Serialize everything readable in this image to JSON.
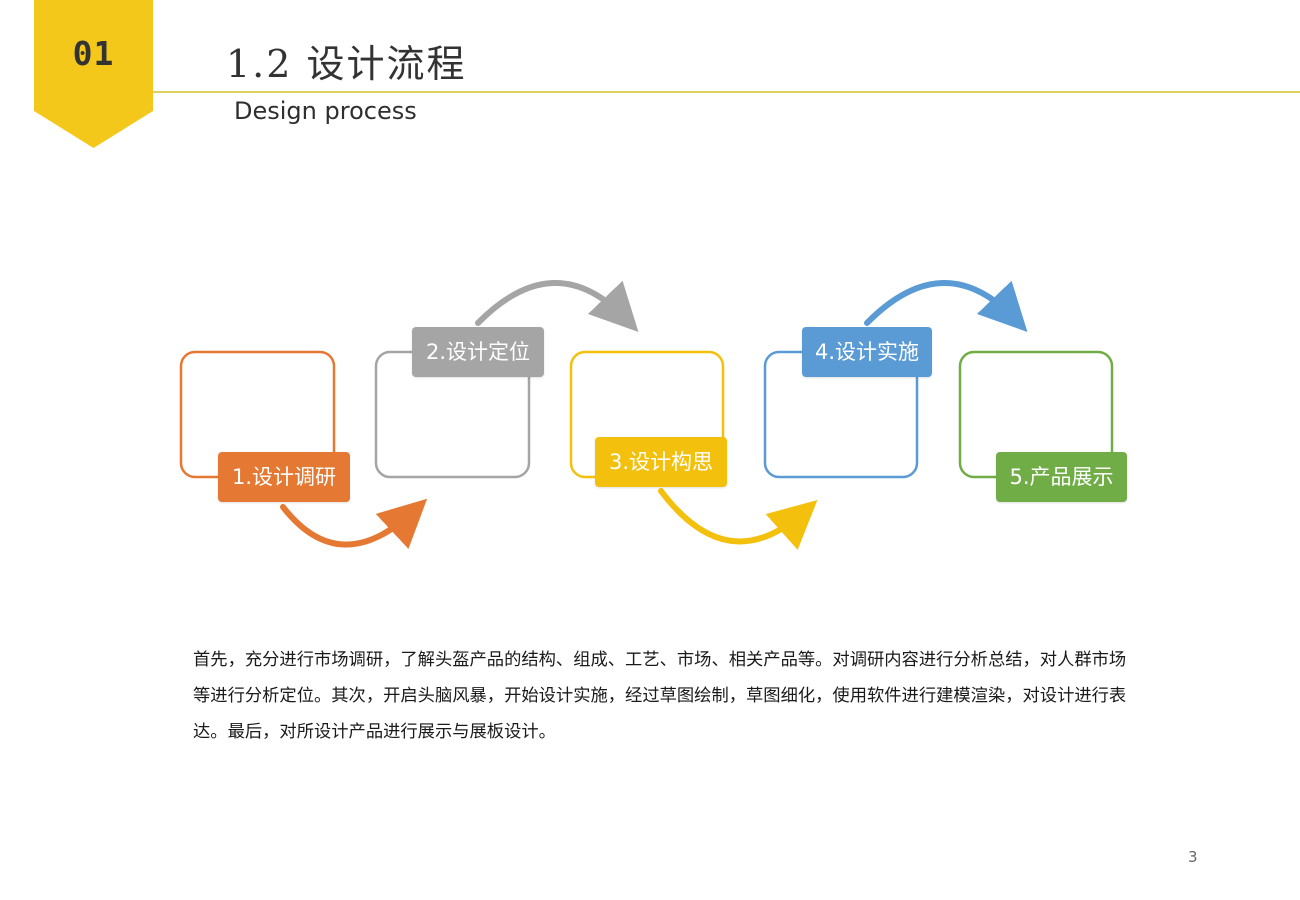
{
  "header": {
    "section_number": "01",
    "title": "1.2 设计流程",
    "subtitle": "Design process",
    "accent_color": "#f3c81b"
  },
  "steps": [
    {
      "label": "1.设计调研",
      "color": "#e57933"
    },
    {
      "label": "2.设计定位",
      "color": "#a5a5a5"
    },
    {
      "label": "3.设计构思",
      "color": "#f4c00e"
    },
    {
      "label": "4.设计实施",
      "color": "#5b9bd5"
    },
    {
      "label": "5.产品展示",
      "color": "#70ad47"
    }
  ],
  "description": "首先，充分进行市场调研，了解头盔产品的结构、组成、工艺、市场、相关产品等。对调研内容进行分析总结，对人群市场等进行分析定位。其次，开启头脑风暴，开始设计实施，经过草图绘制，草图细化，使用软件进行建模渲染，对设计进行表达。最后，对所设计产品进行展示与展板设计。",
  "page_number": "3"
}
